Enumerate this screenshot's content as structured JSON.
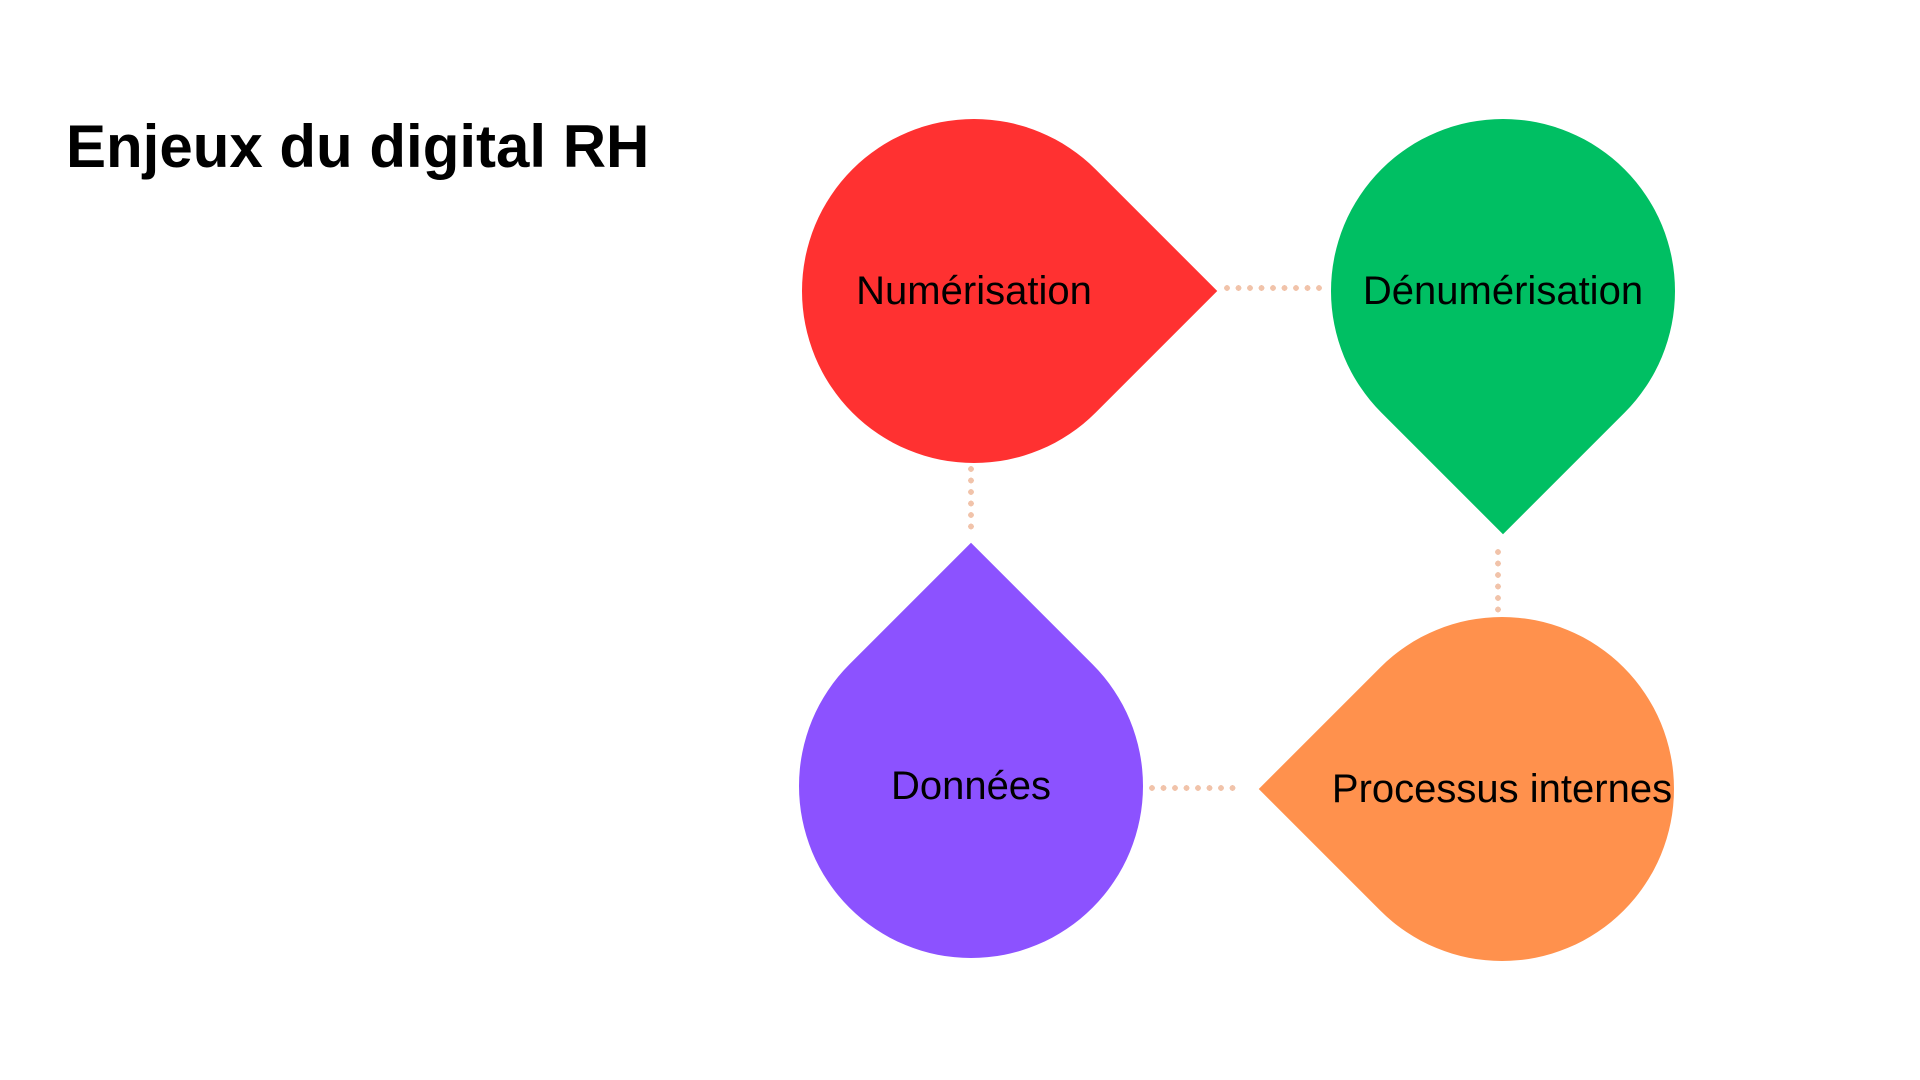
{
  "title": "Enjeux du digital RH",
  "diagram": {
    "nodes": [
      {
        "id": "numerisation",
        "label": "Numérisation",
        "color": "#ff3131",
        "tip_direction": "right"
      },
      {
        "id": "denumerisation",
        "label": "Dénumérisation",
        "color": "#00bf63",
        "tip_direction": "down"
      },
      {
        "id": "donnees",
        "label": "Données",
        "color": "#8c52ff",
        "tip_direction": "up"
      },
      {
        "id": "processus",
        "label": "Processus internes",
        "color": "#ff914d",
        "tip_direction": "left"
      }
    ],
    "connectors": [
      {
        "from": "numerisation",
        "to": "denumerisation",
        "style": "dotted"
      },
      {
        "from": "numerisation",
        "to": "donnees",
        "style": "dotted"
      },
      {
        "from": "denumerisation",
        "to": "processus",
        "style": "dotted"
      },
      {
        "from": "donnees",
        "to": "processus",
        "style": "dotted"
      }
    ],
    "connector_color": "#f1c3aa",
    "label_color": "#000000",
    "background_color": "#ffffff"
  }
}
